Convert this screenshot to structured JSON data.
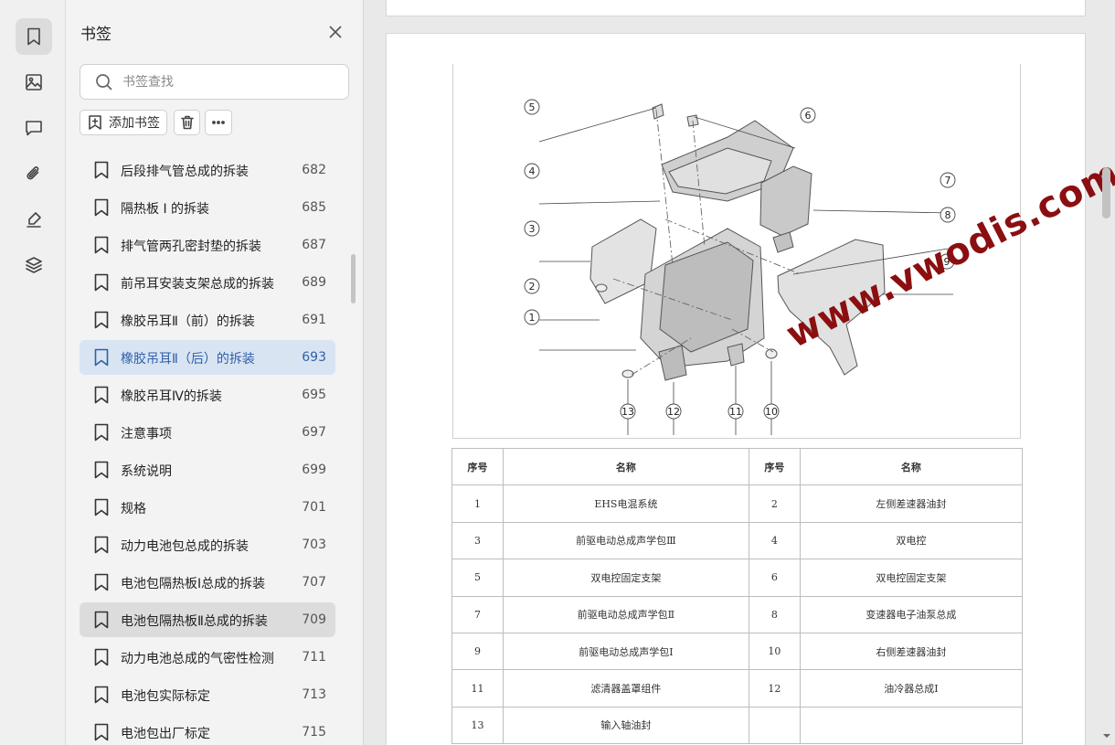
{
  "rail": {
    "items": [
      {
        "name": "bookmark-icon",
        "active": true
      },
      {
        "name": "image-icon",
        "active": false
      },
      {
        "name": "comment-icon",
        "active": false
      },
      {
        "name": "attachment-icon",
        "active": false
      },
      {
        "name": "signature-pen-icon",
        "active": false
      },
      {
        "name": "layers-icon",
        "active": false
      }
    ]
  },
  "panel": {
    "title": "书签",
    "search_placeholder": "书签查找",
    "add_bookmark_label": "添加书签",
    "delete_icon": "trash-icon",
    "more_icon": "more-icon"
  },
  "bookmarks": [
    {
      "label": "后段排气管总成的拆装",
      "page": "682"
    },
    {
      "label": "隔热板 I 的拆装",
      "page": "685"
    },
    {
      "label": "排气管两孔密封垫的拆装",
      "page": "687"
    },
    {
      "label": "前吊耳安装支架总成的拆装",
      "page": "689"
    },
    {
      "label": "橡胶吊耳Ⅱ（前）的拆装",
      "page": "691"
    },
    {
      "label": "橡胶吊耳Ⅱ（后）的拆装",
      "page": "693"
    },
    {
      "label": "橡胶吊耳Ⅳ的拆装",
      "page": "695"
    },
    {
      "label": "注意事项",
      "page": "697"
    },
    {
      "label": "系统说明",
      "page": "699"
    },
    {
      "label": "规格",
      "page": "701"
    },
    {
      "label": "动力电池包总成的拆装",
      "page": "703"
    },
    {
      "label": "电池包隔热板Ⅰ总成的拆装",
      "page": "707"
    },
    {
      "label": "电池包隔热板Ⅱ总成的拆装",
      "page": "709"
    },
    {
      "label": "动力电池总成的气密性检测",
      "page": "711"
    },
    {
      "label": "电池包实际标定",
      "page": "713"
    },
    {
      "label": "电池包出厂标定",
      "page": "715"
    }
  ],
  "selected_bookmark": 5,
  "hovered_bookmark": 12,
  "figure": {
    "callouts": [
      "1",
      "2",
      "3",
      "4",
      "5",
      "6",
      "7",
      "8",
      "9",
      "10",
      "11",
      "12",
      "13"
    ],
    "watermark": "www.vwodis.com"
  },
  "table": {
    "headers": [
      "序号",
      "名称",
      "序号",
      "名称"
    ],
    "rows": [
      [
        "1",
        "EHS电混系统",
        "2",
        "左侧差速器油封"
      ],
      [
        "3",
        "前驱电动总成声学包Ⅲ",
        "4",
        "双电控"
      ],
      [
        "5",
        "双电控固定支架",
        "6",
        "双电控固定支架"
      ],
      [
        "7",
        "前驱电动总成声学包Ⅱ",
        "8",
        "变速器电子油泵总成"
      ],
      [
        "9",
        "前驱电动总成声学包Ⅰ",
        "10",
        "右侧差速器油封"
      ],
      [
        "11",
        "滤清器盖罩组件",
        "12",
        "油冷器总成Ⅰ"
      ],
      [
        "13",
        "输入轴油封",
        "",
        ""
      ]
    ]
  },
  "colors": {
    "selected_text": "#2f5fa8",
    "selected_bg": "#d9e4f3",
    "watermark": "#8b0f10"
  }
}
